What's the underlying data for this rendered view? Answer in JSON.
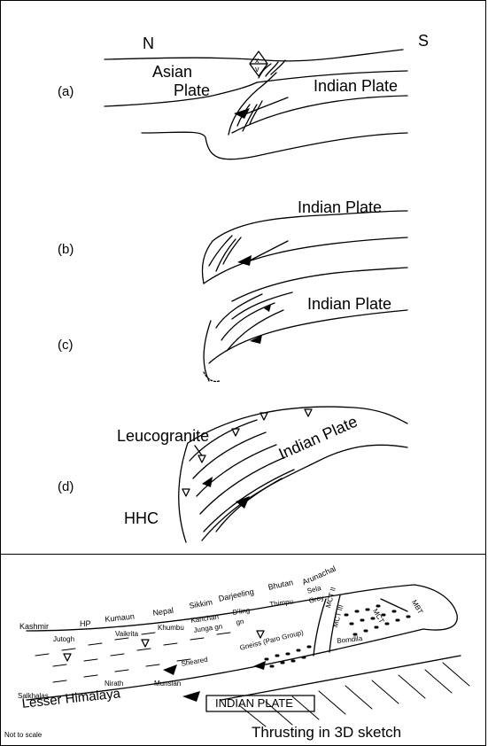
{
  "compass": {
    "north": "N",
    "south": "S"
  },
  "panel_a": {
    "label": "(a)",
    "asian_plate": [
      "Asian",
      "Plate"
    ],
    "indian_plate": "Indian Plate",
    "symbols": [
      "x",
      "v"
    ]
  },
  "panel_b": {
    "label": "(b)",
    "indian_plate": "Indian Plate"
  },
  "panel_c": {
    "label": "(c)",
    "indian_plate": "Indian Plate"
  },
  "panel_d": {
    "label": "(d)",
    "indian_plate": "Indian Plate",
    "leucogranite": "Leucogranite",
    "hhc": "HHC"
  },
  "sketch": {
    "regions": [
      "Kashmir",
      "HP",
      "Kumaun",
      "Nepal",
      "Sikkim",
      "Darjeeling",
      "Bhutan",
      "Arunachal"
    ],
    "units": [
      "Jutogh",
      "Vaikrita",
      "Khumbu",
      "Kanchan",
      "D'ling",
      "Thimpu",
      "Sela",
      "Junga gn",
      "gn",
      "Groy",
      "Nirath",
      "Sheared",
      "Munsian",
      "Salkhalas",
      "Gneiss (Paro Group)",
      "Bomdila"
    ],
    "faults": [
      "MCT II",
      "MCT III",
      "MCT",
      "MBT"
    ],
    "lesser_himalaya": "Lesser Himalaya",
    "indian_plate_box": "INDIAN PLATE",
    "not_to_scale": "Not to scale",
    "caption": "Thrusting in 3D sketch"
  }
}
